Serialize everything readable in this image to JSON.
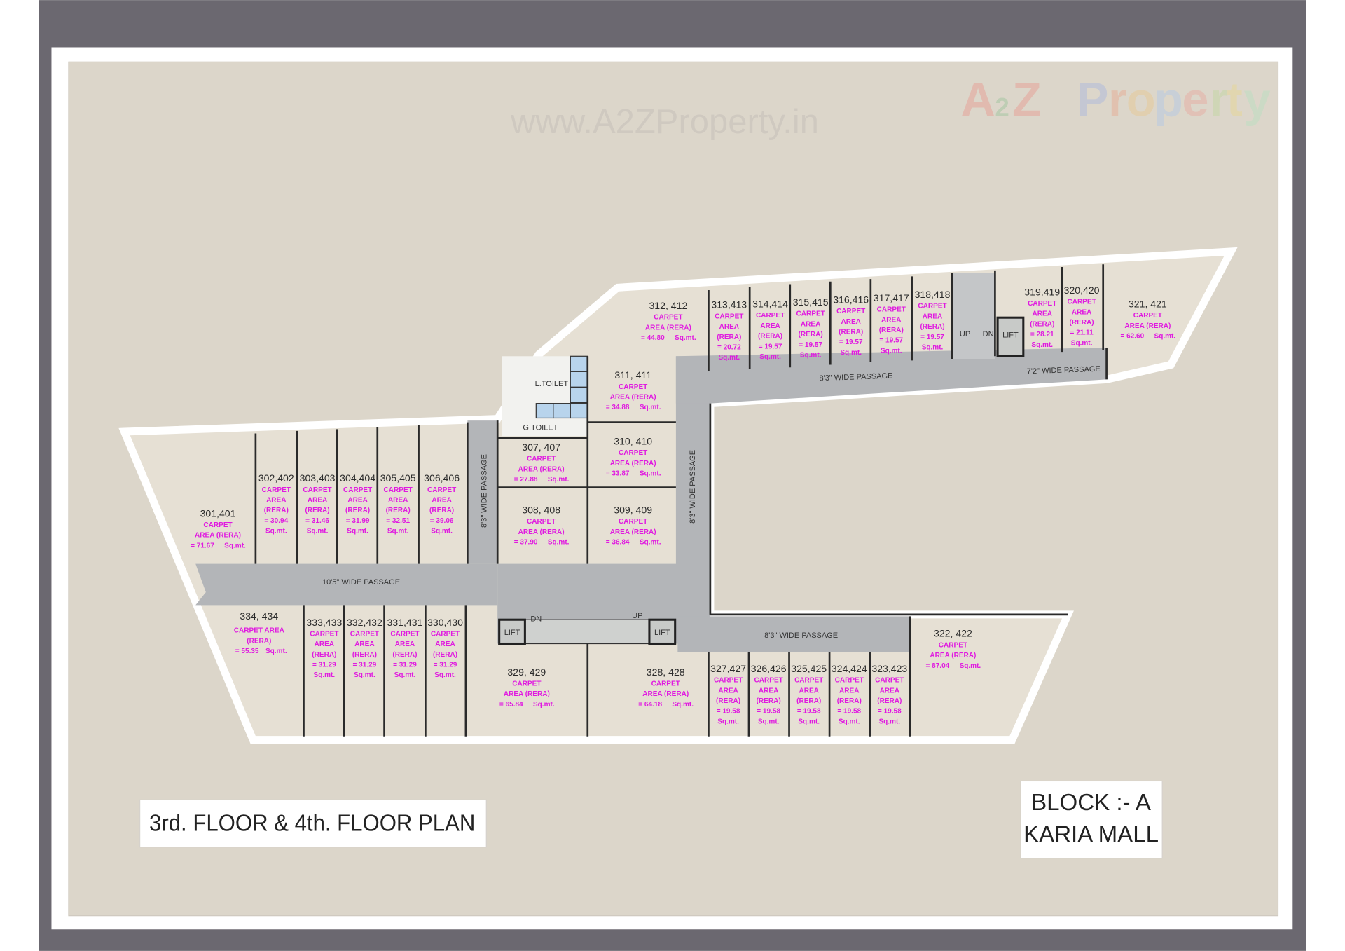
{
  "watermark": {
    "url": "www.A2ZProperty.in",
    "logo_text": "A2Z Property"
  },
  "plan": {
    "title": "3rd. FLOOR & 4th. FLOOR PLAN",
    "block_line1": "BLOCK :- A",
    "block_line2": "KARIA MALL"
  },
  "labels": {
    "carpet": "CARPET",
    "area": "AREA",
    "rera": "(RERA)",
    "area_rera": "AREA (RERA)",
    "carpet_area": "CARPET AREA",
    "unit": "Sq.mt.",
    "lift": "LIFT",
    "up": "UP",
    "dn": "DN",
    "l_toilet": "L.TOILET",
    "g_toilet": "G.TOILET"
  },
  "passages": [
    "10'5\" WIDE PASSAGE",
    "8'3\" WIDE PASSAGE",
    "8'3\" WIDE PASSAGE",
    "8'3\" WIDE PASSAGE",
    "7'2\" WIDE PASSAGE",
    "8'3\" WIDE PASSAGE"
  ],
  "units": [
    {
      "no": "312, 412",
      "area": "= 44.80"
    },
    {
      "no": "313,413",
      "area": "= 20.72"
    },
    {
      "no": "314,414",
      "area": "= 19.57"
    },
    {
      "no": "315,415",
      "area": "= 19.57"
    },
    {
      "no": "316,416",
      "area": "= 19.57"
    },
    {
      "no": "317,417",
      "area": "= 19.57"
    },
    {
      "no": "318,418",
      "area": "= 19.57"
    },
    {
      "no": "319,419",
      "area": "= 28.21"
    },
    {
      "no": "320,420",
      "area": "= 21.11"
    },
    {
      "no": "321, 421",
      "area": "= 62.60"
    },
    {
      "no": "311, 411",
      "area": "= 34.88"
    },
    {
      "no": "307, 407",
      "area": "= 27.88"
    },
    {
      "no": "310, 410",
      "area": "= 33.87"
    },
    {
      "no": "308, 408",
      "area": "= 37.90"
    },
    {
      "no": "309, 409",
      "area": "= 36.84"
    },
    {
      "no": "301,401",
      "area": "= 71.67"
    },
    {
      "no": "302,402",
      "area": "= 30.94"
    },
    {
      "no": "303,403",
      "area": "= 31.46"
    },
    {
      "no": "304,404",
      "area": "= 31.99"
    },
    {
      "no": "305,405",
      "area": "= 32.51"
    },
    {
      "no": "306,406",
      "area": "= 39.06"
    },
    {
      "no": "334, 434",
      "area": "= 55.35"
    },
    {
      "no": "333,433",
      "area": "= 31.29"
    },
    {
      "no": "332,432",
      "area": "= 31.29"
    },
    {
      "no": "331,431",
      "area": "= 31.29"
    },
    {
      "no": "330,430",
      "area": "= 31.29"
    },
    {
      "no": "329, 429",
      "area": "= 65.84"
    },
    {
      "no": "328, 428",
      "area": "= 64.18"
    },
    {
      "no": "327,427",
      "area": "= 19.58"
    },
    {
      "no": "326,426",
      "area": "= 19.58"
    },
    {
      "no": "325,425",
      "area": "= 19.58"
    },
    {
      "no": "324,424",
      "area": "= 19.58"
    },
    {
      "no": "323,423",
      "area": "= 19.58"
    },
    {
      "no": "322, 422",
      "area": "= 87.04"
    }
  ],
  "colors": {
    "frame": "#6b6870",
    "background": "#dcd6ca",
    "floor": "#e6e0d4",
    "passage": "#b3b5b8",
    "area_text": "#e01ae0"
  }
}
